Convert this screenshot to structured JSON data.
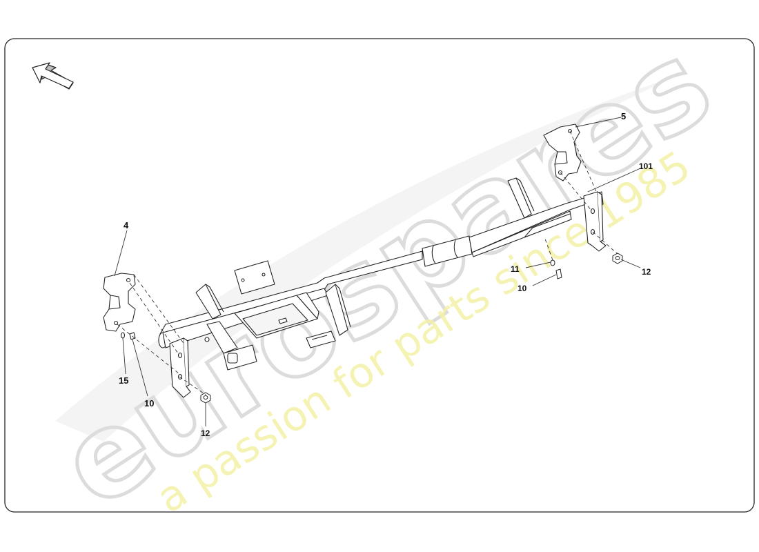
{
  "diagram": {
    "callouts": {
      "c4": "4",
      "c5": "5",
      "c101": "101",
      "c11": "11",
      "c10_right": "10",
      "c12_right": "12",
      "c15": "15",
      "c10_left": "10",
      "c12_left": "12"
    }
  },
  "watermark": {
    "brand": "eurospares",
    "tagline": "a passion for parts since 1985"
  }
}
